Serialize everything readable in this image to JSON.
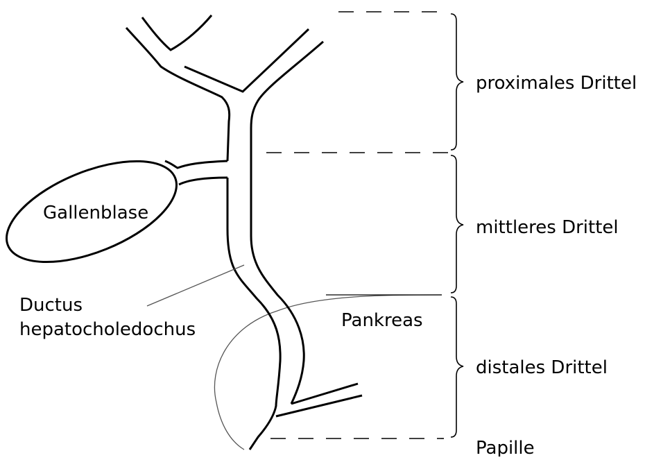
{
  "labels": {
    "gallbladder": "Gallenblase",
    "bile_duct_line1": "Ductus",
    "bile_duct_line2": "hepatocholedochus",
    "pancreas": "Pankreas",
    "segment_proximal": "proximales Drittel",
    "segment_middle": "mittleres Drittel",
    "segment_distal": "distales Drittel",
    "papilla": "Papille"
  },
  "colors": {
    "stroke": "#000000",
    "background": "#ffffff",
    "thin_line": "#555555"
  }
}
